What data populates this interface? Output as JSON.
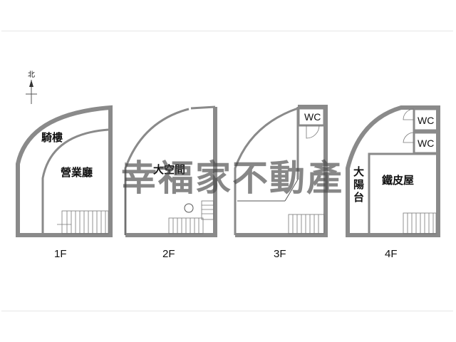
{
  "watermark": "幸福家不動產",
  "compass": {
    "north_label": "北"
  },
  "floors": [
    {
      "label": "1F",
      "rooms": [
        "騎樓",
        "營業廳"
      ]
    },
    {
      "label": "2F",
      "rooms": [
        "大空間"
      ]
    },
    {
      "label": "3F",
      "rooms": [
        "WC"
      ]
    },
    {
      "label": "4F",
      "rooms": [
        "WC",
        "WC",
        "大",
        "陽",
        "台",
        "鐵皮屋"
      ]
    }
  ],
  "colors": {
    "wall": "#8a8a8a",
    "watermark": "#464646"
  }
}
